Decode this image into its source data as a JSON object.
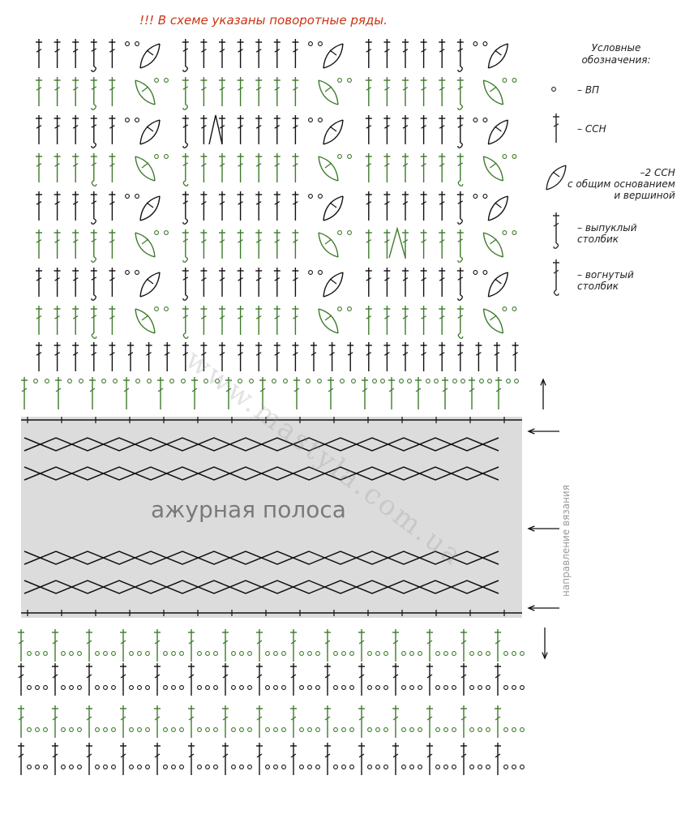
{
  "note": "!!! В схеме указаны поворотные ряды.",
  "legend": {
    "title": "Условные обозначения:",
    "items": [
      {
        "symbol": "chain-circle-icon",
        "label": "– ВП"
      },
      {
        "symbol": "double-crochet-icon",
        "label": "– ССН"
      },
      {
        "symbol": "two-dc-cluster-icon",
        "label": "–2 ССН\nс общим основанием\nи вершиной"
      },
      {
        "symbol": "front-post-dc-icon",
        "label": "– выпуклый\nстолбик"
      },
      {
        "symbol": "back-post-dc-icon",
        "label": "– вогнутый\nстолбик"
      }
    ]
  },
  "band_label": "ажурная полоса",
  "direction_label": "направление вязания",
  "watermark": "www.mastyla.com.ua",
  "colors": {
    "dark_row": "#111111",
    "green_row": "#3d7a2a",
    "note": "#cc3311",
    "band_fill": "#dcdcdc",
    "band_label": "#7a7a7a"
  }
}
